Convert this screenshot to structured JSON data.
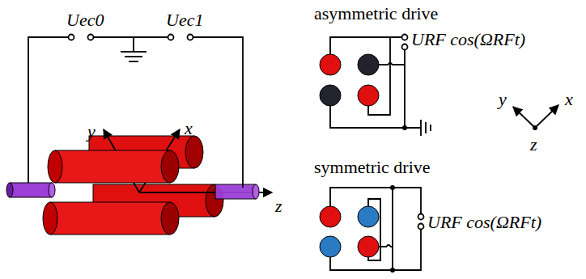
{
  "diagram": {
    "labels": [
      "Uec0",
      "Uec1",
      "y",
      "x",
      "z",
      "asymmetric drive",
      "URF cos(ΩRFt)",
      "y",
      "x",
      "z",
      "symmetric drive",
      "URF cos(ΩRFt)"
    ]
  }
}
